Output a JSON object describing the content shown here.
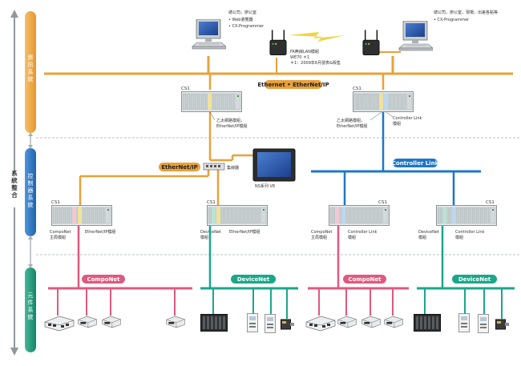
{
  "side": {
    "overall": "系統整合",
    "levels": [
      {
        "label": "資訊系統",
        "color": "#e8a13a"
      },
      {
        "label": "控制器系統",
        "color": "#2b78c4"
      },
      {
        "label": "元件系統",
        "color": "#1f9a7c"
      }
    ]
  },
  "pcs": {
    "left_title": "總公司，辦公室",
    "left_items": [
      "• Web瀏覽器",
      "• CX-Programmer"
    ],
    "right_title": "總公司，辦公室，現場，出差各點等",
    "right_items": [
      "• CX-Programmer"
    ]
  },
  "wireless": {
    "line1": "FA無線LAN模組",
    "line2": "WE70 ＊1",
    "note": "＊1：2009年6月發表&販售"
  },
  "networks": {
    "ethernet_ip_top": "Ethernet • EtherNet/IP",
    "ethernet_ip_mid": "EtherNet/IP",
    "controller_link": "Controller Link",
    "componet": "CompoNet",
    "devicenet": "DeviceNet"
  },
  "hub_label": "集線器",
  "hmi_label": "NS系列 V8",
  "plcs": {
    "cs1": "CS1",
    "top_left_l1": "乙太網路模組，",
    "top_left_l2": "EtherNet/IP模組",
    "top_right_a1": "乙太網路模組，",
    "top_right_a2": "EtherNet/IP模組",
    "top_right_b": "Controller Link",
    "top_right_c": "模組",
    "p1_a1": "CompoNet",
    "p1_a2": "主局模組",
    "p1_b": "EtherNet/IP模組",
    "p2_a1": "DeviceNet",
    "p2_a2": "模組",
    "p2_b": "EtherNet/IP模組",
    "p3_a1": "CompoNet",
    "p3_a2": "主局模組",
    "p3_b1": "Controller Link",
    "p3_b2": "模組",
    "p4_a1": "DeviceNet",
    "p4_a2": "模組",
    "p4_b1": "Controller Link",
    "p4_b2": "模組"
  },
  "colors": {
    "ethernet": "#e8a13a",
    "controller_link": "#1f77c4",
    "componet": "#e0597e",
    "devicenet": "#1aa78a"
  }
}
